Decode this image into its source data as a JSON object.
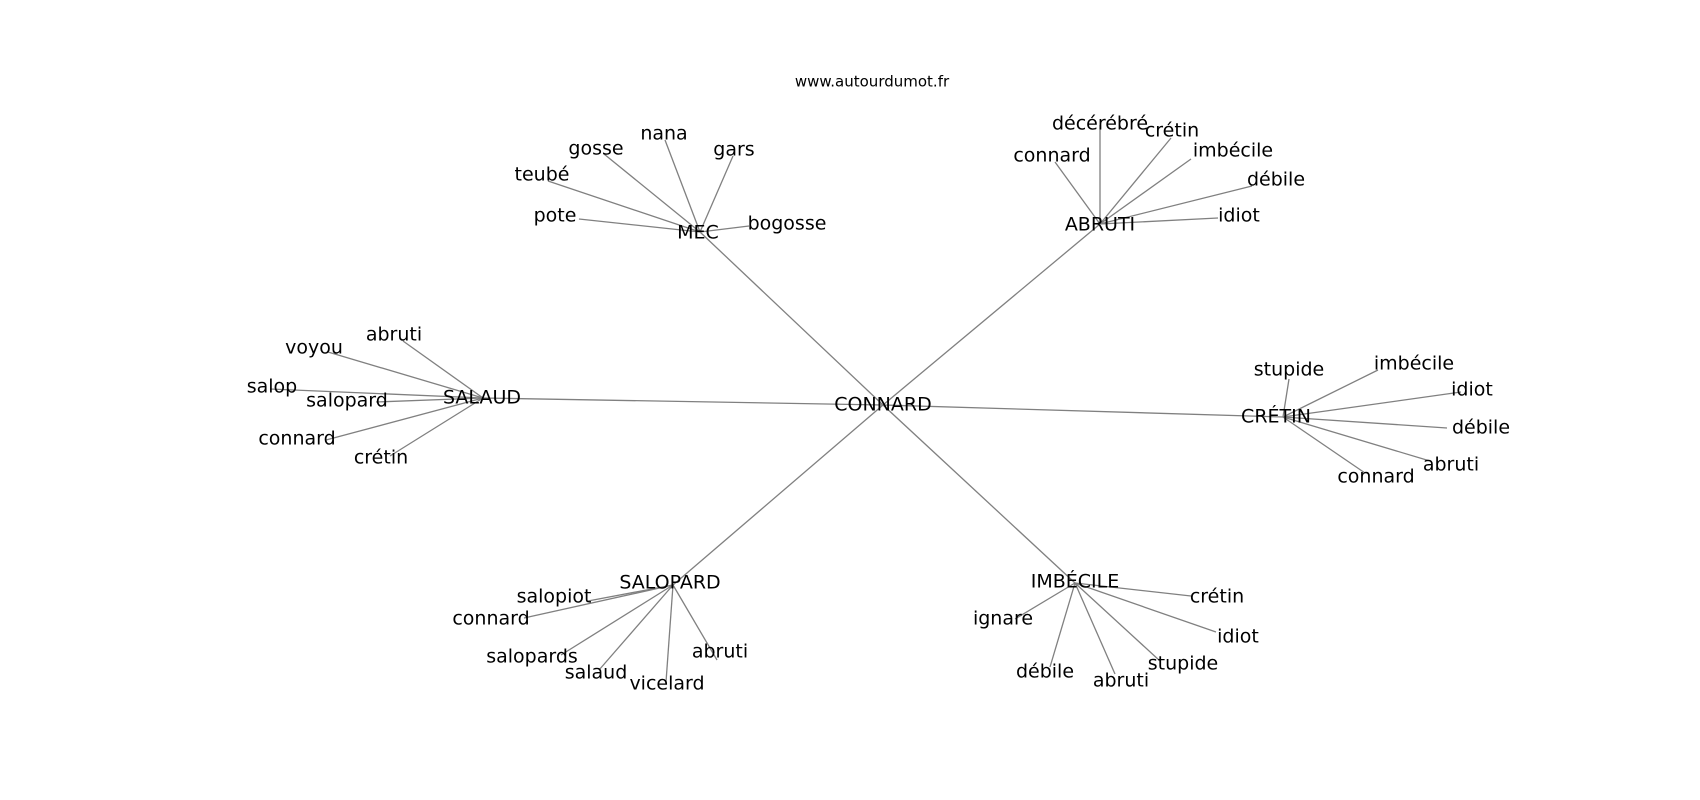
{
  "source_text": "www.autourdumot.fr",
  "colors": {
    "edge": "#808080",
    "text": "#000000",
    "background": "#ffffff"
  },
  "graph": {
    "root": "CONNARD",
    "clusters": [
      {
        "hub": "MEC",
        "leaves": [
          "nana",
          "gars",
          "gosse",
          "teubé",
          "pote",
          "bogosse"
        ]
      },
      {
        "hub": "ABRUTI",
        "leaves": [
          "décérébré",
          "crétin",
          "connard",
          "imbécile",
          "débile",
          "idiot"
        ]
      },
      {
        "hub": "SALAUD",
        "leaves": [
          "abruti",
          "voyou",
          "salop",
          "salopard",
          "connard",
          "crétin"
        ]
      },
      {
        "hub": "CRÉTIN",
        "leaves": [
          "stupide",
          "imbécile",
          "idiot",
          "débile",
          "abruti",
          "connard"
        ]
      },
      {
        "hub": "SALOPARD",
        "leaves": [
          "salopiot",
          "connard",
          "salopards",
          "salaud",
          "vicelard",
          "abruti"
        ]
      },
      {
        "hub": "IMBÉCILE",
        "leaves": [
          "crétin",
          "ignare",
          "idiot",
          "stupide",
          "débile",
          "abruti"
        ]
      }
    ]
  }
}
